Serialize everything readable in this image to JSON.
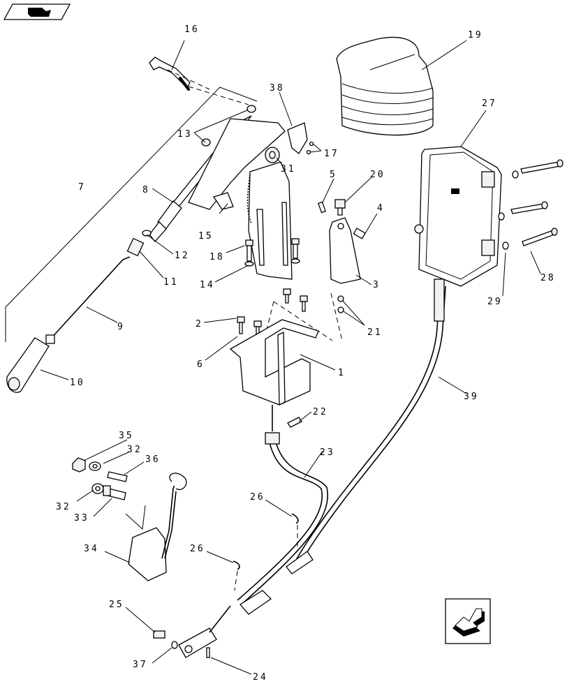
{
  "labels": {
    "l1": "1",
    "l2": "2",
    "l3": "3",
    "l4": "4",
    "l5": "5",
    "l6": "6",
    "l7": "7",
    "l8": "8",
    "l9": "9",
    "l10": "10",
    "l11": "11",
    "l12": "12",
    "l13": "13",
    "l14": "14",
    "l15": "15",
    "l16": "16",
    "l17": "17",
    "l18": "18",
    "l19": "19",
    "l20": "20",
    "l21": "21",
    "l22": "22",
    "l23": "23",
    "l24": "24",
    "l25": "25",
    "l26a": "26",
    "l26b": "26",
    "l27": "27",
    "l28": "28",
    "l29": "29",
    "l31": "31",
    "l32a": "32",
    "l32b": "32",
    "l33": "33",
    "l34": "34",
    "l35": "35",
    "l36": "36",
    "l37": "37",
    "l38": "38",
    "l39": "39"
  },
  "icons": {
    "top_left": "book-icon",
    "bottom_right": "arrow-icon"
  }
}
